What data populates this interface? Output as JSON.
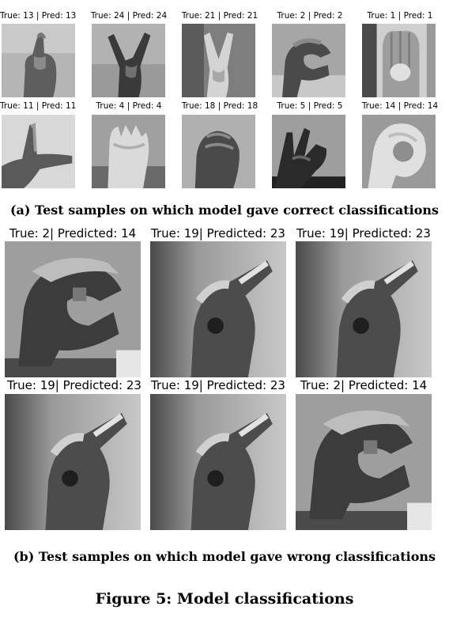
{
  "section_a": {
    "row1": [
      {
        "label": "True: 13 | Pred: 13",
        "icon": "hand-sign-icon"
      },
      {
        "label": "True: 24 | Pred: 24",
        "icon": "hand-sign-icon"
      },
      {
        "label": "True: 21 | Pred: 21",
        "icon": "hand-sign-icon"
      },
      {
        "label": "True: 2 | Pred: 2",
        "icon": "hand-sign-icon"
      },
      {
        "label": "True: 1 | Pred: 1",
        "icon": "hand-sign-icon"
      }
    ],
    "row2": [
      {
        "label": "True: 11 | Pred: 11",
        "icon": "hand-sign-icon"
      },
      {
        "label": "True: 4 | Pred: 4",
        "icon": "hand-sign-icon"
      },
      {
        "label": "True: 18 | Pred: 18",
        "icon": "hand-sign-icon"
      },
      {
        "label": "True: 5 | Pred: 5",
        "icon": "hand-sign-icon"
      },
      {
        "label": "True: 14 | Pred: 14",
        "icon": "hand-sign-icon"
      }
    ],
    "caption": "(a) Test samples on which model gave correct classifications"
  },
  "section_b": {
    "row1": [
      {
        "label": "True: 2| Predicted: 14"
      },
      {
        "label": "True: 19| Predicted: 23"
      },
      {
        "label": "True: 19| Predicted: 23"
      }
    ],
    "row2": [
      {
        "label": "True: 19| Predicted: 23"
      },
      {
        "label": "True: 19| Predicted: 23"
      },
      {
        "label": "True: 2| Predicted: 14"
      }
    ],
    "caption": "(b) Test samples on which model gave wrong classifications"
  },
  "figure_caption": "Figure 5: Model classifications"
}
